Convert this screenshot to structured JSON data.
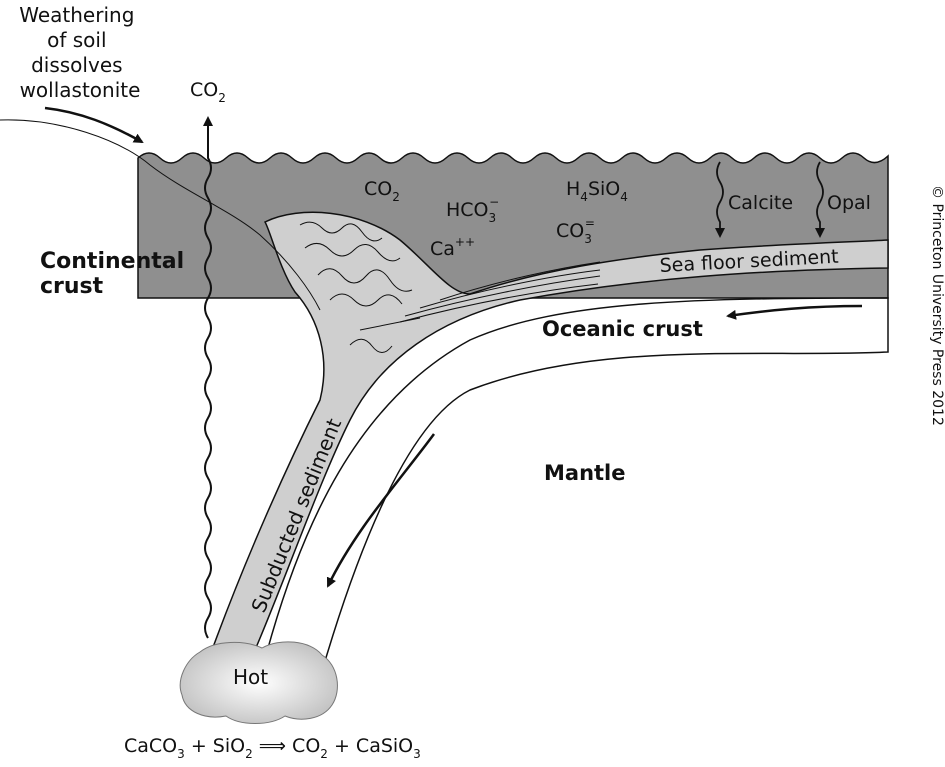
{
  "labels": {
    "weathering_line1": "Weathering",
    "weathering_line2": "of soil",
    "weathering_line3": "dissolves",
    "weathering_line4": "wollastonite",
    "co2_top": "CO",
    "co2_top_sub": "2",
    "continental_crust_line1": "Continental",
    "continental_crust_line2": "crust",
    "ocean_co2": "CO",
    "ocean_co2_sub": "2",
    "ocean_hco3": "HCO",
    "ocean_hco3_sub": "3",
    "ocean_hco3_sup": "−",
    "ocean_ca": "Ca",
    "ocean_ca_sup": "++",
    "ocean_h4sio4_h": "H",
    "ocean_h4sio4_sub1": "4",
    "ocean_h4sio4_mid": "SiO",
    "ocean_h4sio4_sub2": "4",
    "ocean_co3": "CO",
    "ocean_co3_sub": "3",
    "ocean_co3_sup": "=",
    "calcite": "Calcite",
    "opal": "Opal",
    "sea_floor_sediment": "Sea floor sediment",
    "oceanic_crust": "Oceanic crust",
    "mantle": "Mantle",
    "subducted_sediment": "Subducted sediment",
    "hot": "Hot",
    "copyright": "© Princeton University Press 2012"
  },
  "equation": {
    "caco3": "CaCO",
    "caco3_sub": "3",
    "plus1": " + SiO",
    "sio2_sub": "2",
    "arrow": " ⟹ ",
    "co2": "CO",
    "co2_sub": "2",
    "plus2": " + CaSiO",
    "casio3_sub": "3"
  },
  "colors": {
    "ocean": "#8f8f8f",
    "sediment": "#cfcfcf",
    "outline": "#111111"
  }
}
